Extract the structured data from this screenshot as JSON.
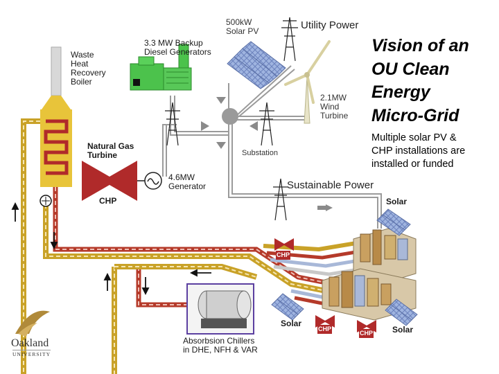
{
  "slide": {
    "title": "Vision of an\nOU Clean\nEnergy\nMicro-Grid",
    "subtitle": "Multiple solar PV &\nCHP installations are\ninstalled or funded"
  },
  "labels": {
    "solar_pv": "500kW\nSolar PV",
    "utility_power": "Utility Power",
    "diesel": "3.3 MW Backup\nDiesel Generators",
    "waste_heat": "Waste\nHeat\nRecovery\nBoiler",
    "wind": "2.1MW\nWind\nTurbine",
    "natural_gas": "Natural Gas\nTurbine",
    "generator": "4.6MW\nGenerator",
    "substation": "Substation",
    "sustainable_power": "Sustainable Power",
    "chp_main": "CHP",
    "solar_right": "Solar",
    "chp_left": "CHP",
    "solar_bottom_left": "Solar",
    "chp_bottom_mid": "CHP",
    "chp_bottom_right": "CHP",
    "solar_bottom_right": "Solar",
    "chillers": "Absorbsion Chillers\nin DHE, NFH & VAR"
  },
  "logo": {
    "name": "Oakland",
    "sub": "UNIVERSITY"
  },
  "colors": {
    "pipe_hot": "#c9a228",
    "pipe_cold": "#b53a2a",
    "pipe_light": "#c8c8c8",
    "boiler": "#e8c43a",
    "chp": "#b02a2a",
    "diesel": "#4cc24c",
    "chiller_frame": "#5b3fa0",
    "solar_panel": "#8fa8d8",
    "building": "#c9a060"
  }
}
